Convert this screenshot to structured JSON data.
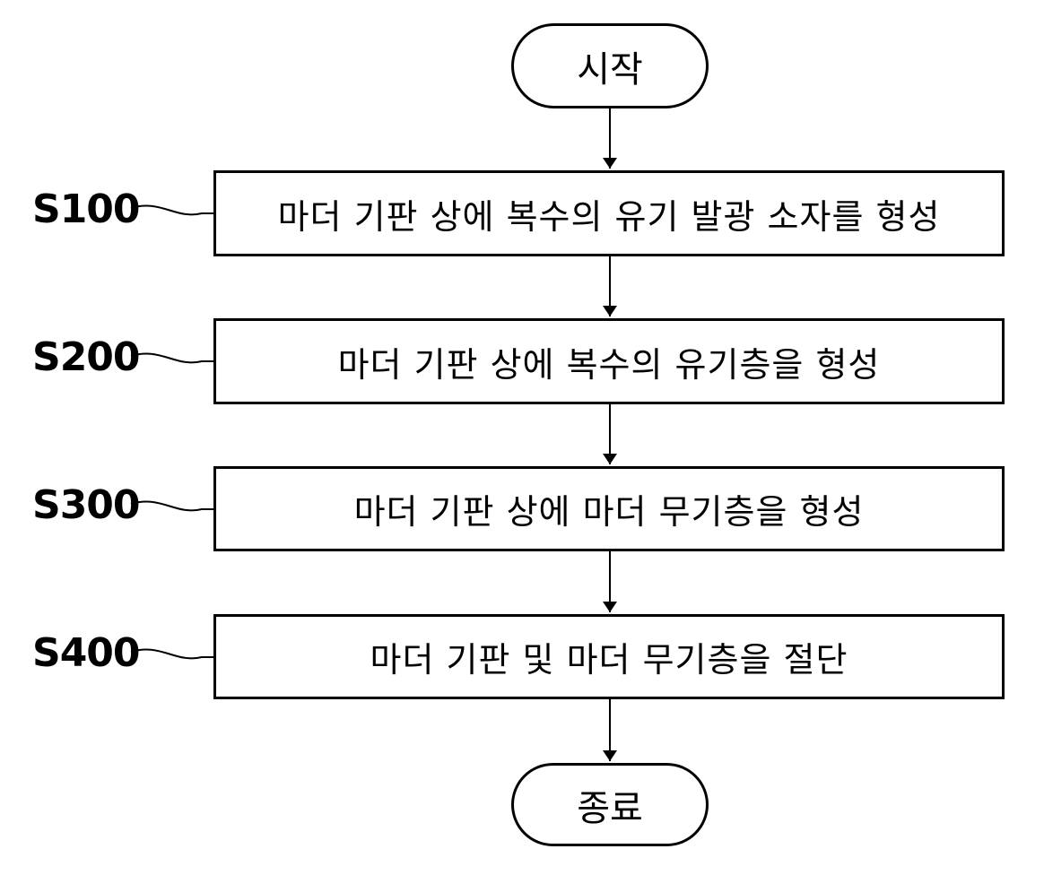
{
  "flowchart": {
    "start": "시작",
    "end": "종료",
    "steps": [
      {
        "id": "S100",
        "text": "마더 기판 상에 복수의 유기 발광 소자를 형성"
      },
      {
        "id": "S200",
        "text": "마더 기판 상에 복수의 유기층을 형성"
      },
      {
        "id": "S300",
        "text": "마더 기판 상에 마더 무기층을 형성"
      },
      {
        "id": "S400",
        "text": "마더 기판 및 마더 무기층을 절단"
      }
    ]
  }
}
